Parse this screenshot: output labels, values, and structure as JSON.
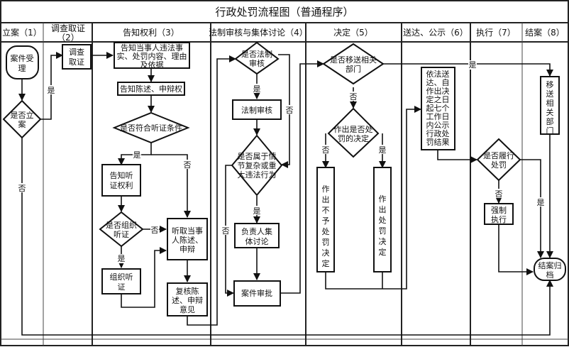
{
  "title": "行政处罚流程图（普通程序）",
  "lanes": [
    {
      "id": "filing",
      "label": "立案（1）"
    },
    {
      "id": "investigation",
      "label": "调查取证",
      "label2": "（2）"
    },
    {
      "id": "notify",
      "label": "告知权利（3）"
    },
    {
      "id": "review",
      "label": "法制审核与集体讨论（4）"
    },
    {
      "id": "decision",
      "label": "决定（5）"
    },
    {
      "id": "delivery",
      "label": "送达、公示（6）"
    },
    {
      "id": "execution",
      "label": "执行（7）"
    },
    {
      "id": "closing",
      "label": "结案（8）"
    }
  ],
  "nodes": {
    "accept": {
      "type": "terminal",
      "lines": [
        "案件受",
        "理"
      ]
    },
    "file_decision": {
      "type": "decision",
      "lines": [
        "是否立",
        "案"
      ]
    },
    "investigate": {
      "type": "process",
      "lines": [
        "调查",
        "取证"
      ]
    },
    "notify_facts": {
      "type": "process",
      "lines": [
        "告知当事人违法事",
        "实、处罚内容、理由",
        "及依据"
      ]
    },
    "notify_defense": {
      "type": "process",
      "lines": [
        "告知陈述、申辩权"
      ]
    },
    "hearing_cond": {
      "type": "decision",
      "lines": [
        "是否符合听证条件"
      ]
    },
    "notify_hearing": {
      "type": "process",
      "lines": [
        "告知听",
        "证权利"
      ]
    },
    "organize_q": {
      "type": "decision",
      "lines": [
        "是否组织",
        "听证"
      ]
    },
    "organize": {
      "type": "process",
      "lines": [
        "组织听",
        "证"
      ]
    },
    "listen": {
      "type": "process",
      "lines": [
        "听取当事",
        "人陈述、",
        "申辩"
      ]
    },
    "recheck": {
      "type": "process",
      "lines": [
        "复核陈",
        "述、申辩",
        "意见"
      ]
    },
    "legal_q": {
      "type": "decision",
      "lines": [
        "是否法制",
        "审核"
      ]
    },
    "legal_review": {
      "type": "process",
      "lines": [
        "法制审核"
      ]
    },
    "complex_q": {
      "type": "decision",
      "lines": [
        "是否属于情",
        "节复杂或重",
        "大违法行为"
      ]
    },
    "collective": {
      "type": "process",
      "lines": [
        "负责人集",
        "体讨论"
      ]
    },
    "approve": {
      "type": "process",
      "lines": [
        "案件审批"
      ]
    },
    "transfer_q": {
      "type": "decision",
      "lines": [
        "是否移送相关",
        "部门"
      ]
    },
    "punish_q": {
      "type": "decision",
      "lines": [
        "作出是否处",
        "罚的决定"
      ]
    },
    "no_punish": {
      "type": "process",
      "vertical": "作出不予处罚决定"
    },
    "punish": {
      "type": "process",
      "vertical": "作出处罚决定"
    },
    "publish": {
      "type": "process",
      "lines": [
        "依法送",
        "达、自",
        "作出决",
        "定之日",
        "起七个",
        "工作日",
        "内公示",
        "行政处",
        "罚结果"
      ]
    },
    "comply_q": {
      "type": "decision",
      "lines": [
        "是否履行",
        "处罚"
      ]
    },
    "enforce": {
      "type": "process",
      "lines": [
        "强制",
        "执行"
      ]
    },
    "transfer": {
      "type": "process",
      "vertical": "移送相关部门"
    },
    "archive": {
      "type": "terminal",
      "lines": [
        "结案归",
        "档"
      ]
    }
  },
  "edge_labels": {
    "yes": "是",
    "no": "否"
  }
}
